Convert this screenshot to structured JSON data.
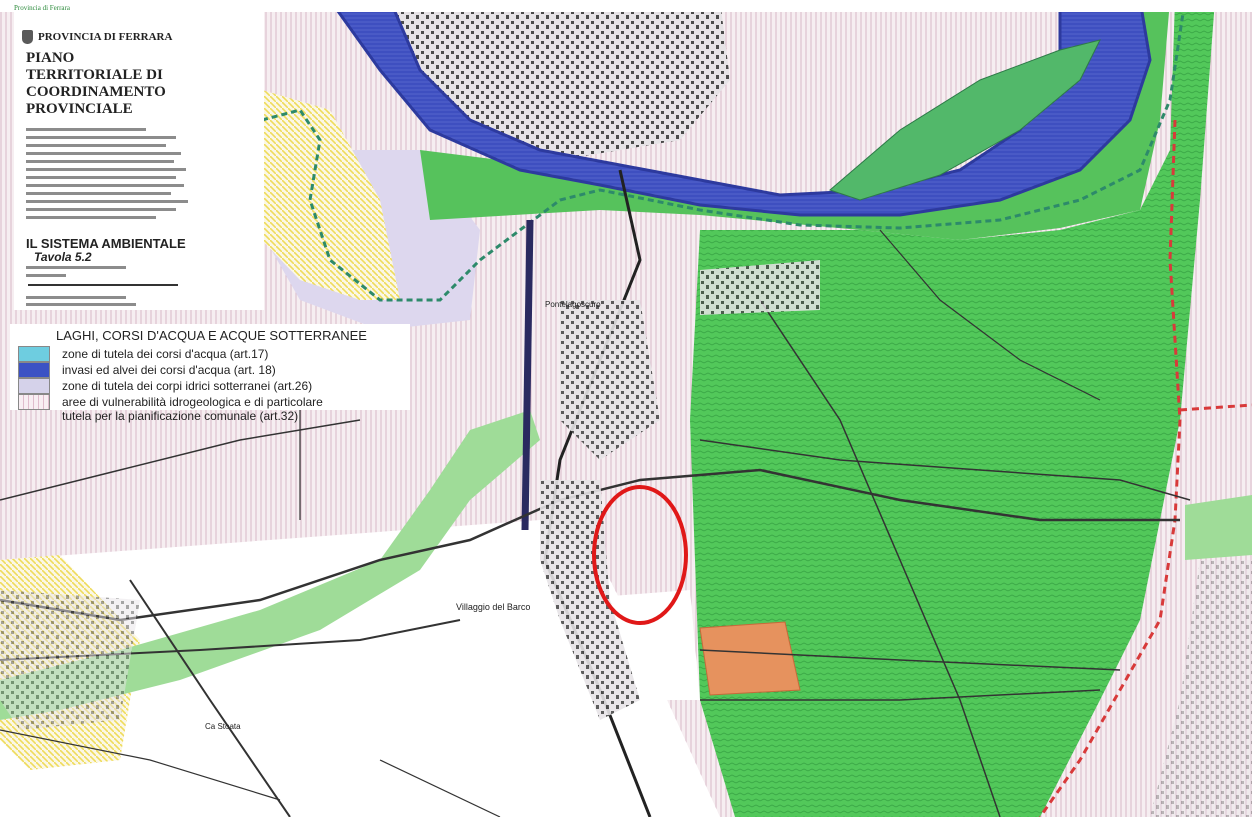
{
  "header": {
    "top_line": "Provincia di Ferrara",
    "province": "PROVINCIA DI FERRARA",
    "plan_title": [
      "PIANO",
      "TERRITORIALE DI",
      "COORDINAMENTO",
      "PROVINCIALE"
    ],
    "system": "IL SISTEMA AMBIENTALE",
    "tavola": "Tavola 5.2"
  },
  "legend": {
    "title": "LAGHI, CORSI D'ACQUA E ACQUE SOTTERRANEE",
    "items": [
      {
        "text": "zone di tutela dei corsi d'acqua (art.17)",
        "color": "#6ecde0"
      },
      {
        "text": "invasi ed alvei dei corsi d'acqua (art. 18)",
        "color": "#3b52c4"
      },
      {
        "text": "zone di tutela dei corpi idrici sotterranei (art.26)",
        "color": "#d5d2ea"
      },
      {
        "text": "aree di vulnerabilità idrogeologica e di particolare",
        "text2": "tutela per la pianificazione comunale (art.32)",
        "color": "#f3d9e4"
      }
    ]
  },
  "places": {
    "villaggio": "Villaggio del Barco",
    "pontelagoscuro": "Pontelagoscuro",
    "ca_stoata": "Ca Stoata"
  },
  "colors": {
    "green_zone": "#4cc453",
    "river": "#3a47b8",
    "light_green_band": "#8fd48a",
    "highlight_circle": "#e01818",
    "orange_patch": "#e58a55",
    "province_border": "#d83a3a"
  }
}
